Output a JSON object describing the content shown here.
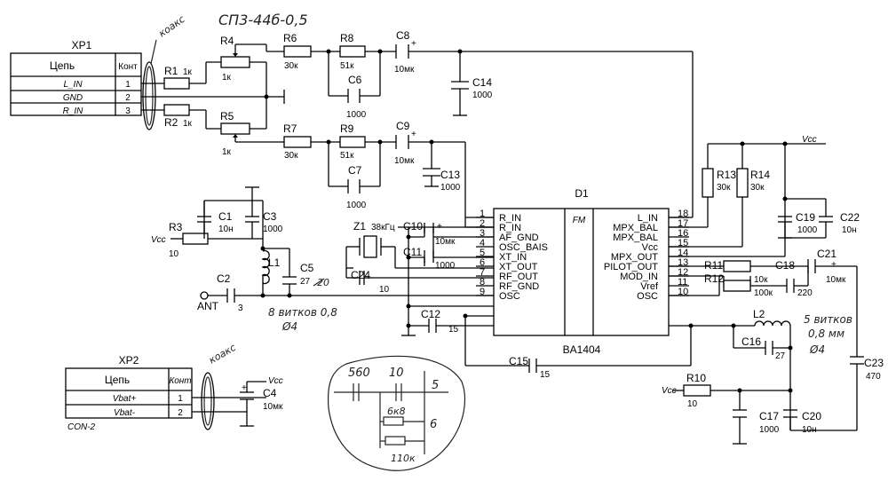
{
  "xp1": {
    "ref": "XP1",
    "col_name": "Цепь",
    "col_pin": "Конт",
    "rows": [
      {
        "name": "L_IN",
        "pin": "1"
      },
      {
        "name": "GND",
        "pin": "2"
      },
      {
        "name": "R_IN",
        "pin": "3"
      }
    ]
  },
  "xp2": {
    "ref": "XP2",
    "col_name": "Цепь",
    "col_pin": "Конт",
    "rows": [
      {
        "name": "Vbat+",
        "pin": "1"
      },
      {
        "name": "Vbat-",
        "pin": "2"
      }
    ],
    "footer": "CON-2"
  },
  "chip": {
    "ref": "D1",
    "part": "BA1404",
    "mark": "FM",
    "left_pins": [
      {
        "num": "1",
        "name": "R_IN"
      },
      {
        "num": "2",
        "name": "R_IN"
      },
      {
        "num": "3",
        "name": "AF_GND"
      },
      {
        "num": "4",
        "name": "OSC_BAIS"
      },
      {
        "num": "5",
        "name": "XT_IN"
      },
      {
        "num": "6",
        "name": "XT_OUT"
      },
      {
        "num": "7",
        "name": "RF_OUT"
      },
      {
        "num": "8",
        "name": "RF_GND"
      },
      {
        "num": "9",
        "name": "OSC"
      }
    ],
    "right_pins": [
      {
        "num": "18",
        "name": "L_IN"
      },
      {
        "num": "17",
        "name": "MPX_BAL"
      },
      {
        "num": "16",
        "name": "MPX_BAL"
      },
      {
        "num": "15",
        "name": "Vcc"
      },
      {
        "num": "14",
        "name": "MPX_OUT"
      },
      {
        "num": "13",
        "name": "PILOT_OUT"
      },
      {
        "num": "12",
        "name": "MOD_IN"
      },
      {
        "num": "11",
        "name": "Vref"
      },
      {
        "num": "10",
        "name": "OSC"
      }
    ]
  },
  "components": {
    "R1": {
      "ref": "R1",
      "value": "1к"
    },
    "R2": {
      "ref": "R2",
      "value": "1к"
    },
    "R3": {
      "ref": "R3",
      "value": "10"
    },
    "R4": {
      "ref": "R4",
      "value": "1к"
    },
    "R5": {
      "ref": "R5",
      "value": "1к"
    },
    "R6": {
      "ref": "R6",
      "value": "30к"
    },
    "R7": {
      "ref": "R7",
      "value": "30к"
    },
    "R8": {
      "ref": "R8",
      "value": "51к"
    },
    "R9": {
      "ref": "R9",
      "value": "51к"
    },
    "R10": {
      "ref": "R10",
      "value": "10"
    },
    "R11": {
      "ref": "R11",
      "value": "10к"
    },
    "R12": {
      "ref": "R12",
      "value": "100к"
    },
    "R13": {
      "ref": "R13",
      "value": "30к"
    },
    "R14": {
      "ref": "R14",
      "value": "30к"
    },
    "C1": {
      "ref": "C1",
      "value": "10н"
    },
    "C2": {
      "ref": "C2",
      "value": "3"
    },
    "C3": {
      "ref": "C3",
      "value": "1000"
    },
    "C4": {
      "ref": "C4",
      "value": "10мк"
    },
    "C5": {
      "ref": "C5",
      "value": "27"
    },
    "C6": {
      "ref": "C6",
      "value": "1000"
    },
    "C7": {
      "ref": "C7",
      "value": "1000"
    },
    "C8": {
      "ref": "C8",
      "value": "10мк"
    },
    "C9": {
      "ref": "C9",
      "value": "10мк"
    },
    "C10": {
      "ref": "C10",
      "value": "10мк"
    },
    "C11": {
      "ref": "C11",
      "value": "1000"
    },
    "C12": {
      "ref": "C12",
      "value": "15"
    },
    "C13": {
      "ref": "C13",
      "value": "1000"
    },
    "C14": {
      "ref": "C14",
      "value": "1000"
    },
    "C15": {
      "ref": "C15",
      "value": "15"
    },
    "C16": {
      "ref": "C16",
      "value": "27"
    },
    "C17": {
      "ref": "C17",
      "value": "1000"
    },
    "C18": {
      "ref": "C18",
      "value": "220"
    },
    "C19": {
      "ref": "C19",
      "value": "1000"
    },
    "C20": {
      "ref": "C20",
      "value": "10н"
    },
    "C21": {
      "ref": "C21",
      "value": "10мк"
    },
    "C22": {
      "ref": "C22",
      "value": "10н"
    },
    "C23": {
      "ref": "C23",
      "value": "470"
    },
    "C24": {
      "ref": "C24",
      "value": "10"
    },
    "L1": {
      "ref": "L1"
    },
    "L2": {
      "ref": "L2"
    },
    "Z1": {
      "ref": "Z1",
      "value": "38кГц"
    }
  },
  "labels": {
    "vcc": "Vcc",
    "ant": "ANT",
    "plus": "+"
  },
  "handwritten": {
    "top_note": "СП3-44б-0,5",
    "cable1": "коакс",
    "cable2": "коакс",
    "c5_alt": "20",
    "l1_note1": "8 витков 0,8",
    "l1_note2": "Ø4",
    "l2_note1": "5 витков",
    "l2_note2": "0,8 мм",
    "l2_note3": "Ø4",
    "sketch_560": "560",
    "sketch_10": "10",
    "sketch_5": "5",
    "sketch_6k8": "6к8",
    "sketch_6": "6",
    "sketch_110k": "110к"
  },
  "colors": {
    "ink": "#000000",
    "pencil": "#222222",
    "paper": "#ffffff"
  }
}
